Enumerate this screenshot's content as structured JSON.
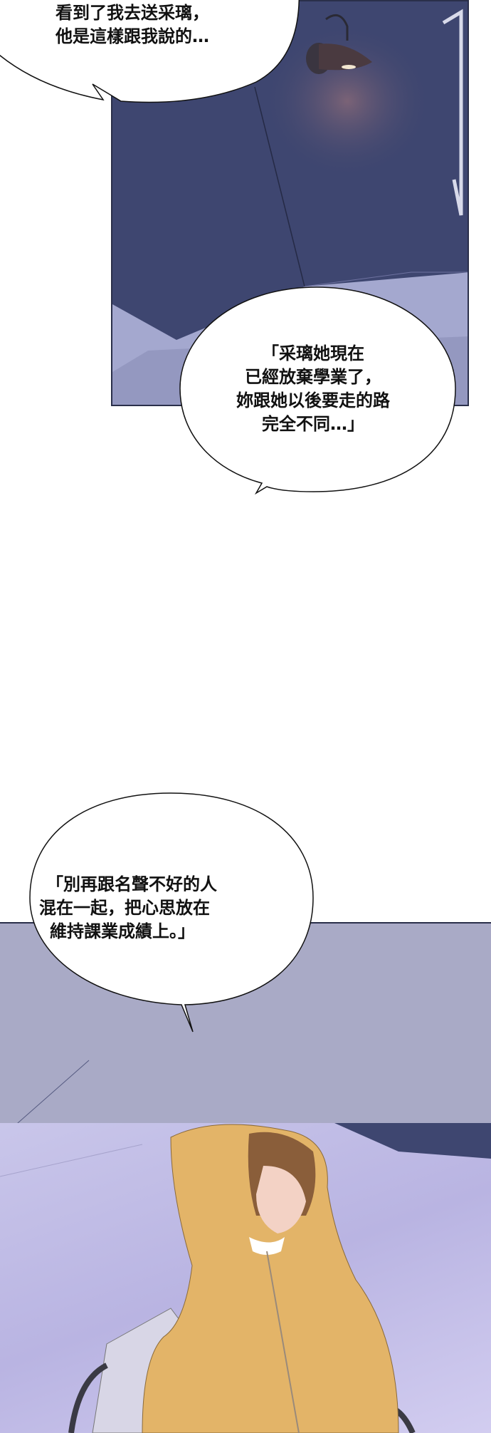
{
  "bubbles": [
    {
      "lines": [
        "看到了我去送采璃，",
        "他是這樣跟我說的…"
      ]
    },
    {
      "lines": [
        "「采璃她現在",
        "已經放棄學業了，",
        "妳跟她以後要走的路",
        "完全不同…」"
      ]
    },
    {
      "lines": [
        "「別再跟名聲不好的人",
        "混在一起，把心思放在",
        "維持課業成績上。」"
      ]
    }
  ],
  "colors": {
    "night_wall": "#3e4670",
    "floor": "#a4a8cf",
    "hoodie": "#e3b468"
  }
}
